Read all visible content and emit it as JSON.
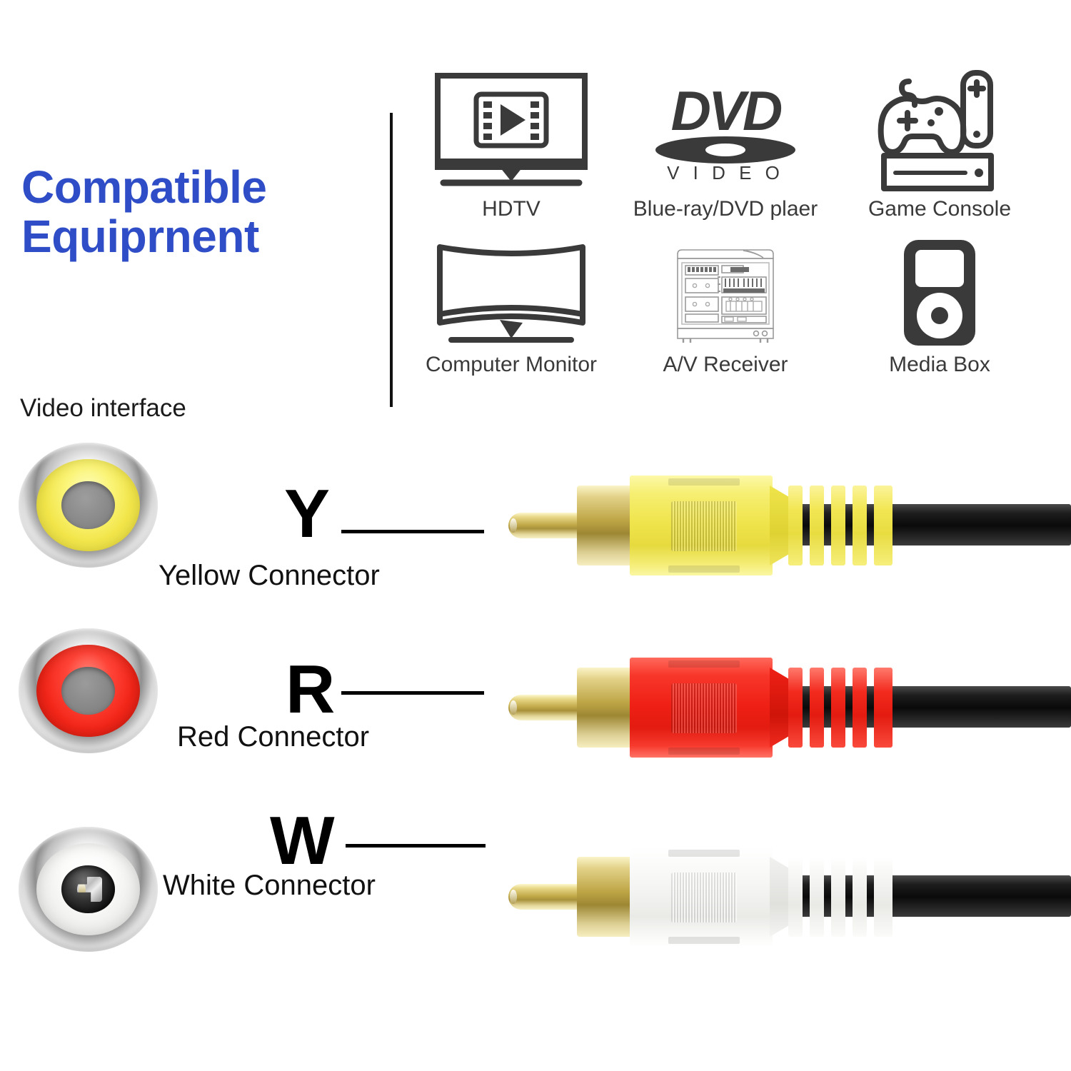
{
  "heading": {
    "line1": "Compatible",
    "line2": "Equiprnent"
  },
  "section_label": "Video interface",
  "equipment": {
    "row1": [
      {
        "label": "HDTV",
        "icon": "hdtv-icon"
      },
      {
        "label": "Blue-ray/DVD plaer",
        "icon": "dvd-video-logo"
      },
      {
        "label": "Game Console",
        "icon": "game-console-icon"
      }
    ],
    "row2": [
      {
        "label": "Computer Monitor",
        "icon": "curved-monitor-icon"
      },
      {
        "label": "A/V Receiver",
        "icon": "av-receiver-icon"
      },
      {
        "label": "Media Box",
        "icon": "media-player-icon"
      }
    ],
    "dvd_logo": {
      "wordmark": "DVD",
      "subtext": "V I D E O"
    }
  },
  "connectors": [
    {
      "letter": "Y",
      "label": "Yellow Connector",
      "jack": "yellow-rca-jack",
      "plug": "yellow-rca-plug",
      "color": "#efe44b"
    },
    {
      "letter": "R",
      "label": "Red Connector",
      "jack": "red-rca-jack",
      "plug": "red-rca-plug",
      "color": "#ef2015"
    },
    {
      "letter": "W",
      "label": "White Connector",
      "jack": "white-rca-jack",
      "plug": "white-rca-plug",
      "color": "#f2f2f0"
    }
  ],
  "colors": {
    "heading_blue": "#2e4dc7",
    "icon_gray": "#3a3a3a",
    "cable_black": "#0a0a0a",
    "gold": "#c3ab4b"
  }
}
